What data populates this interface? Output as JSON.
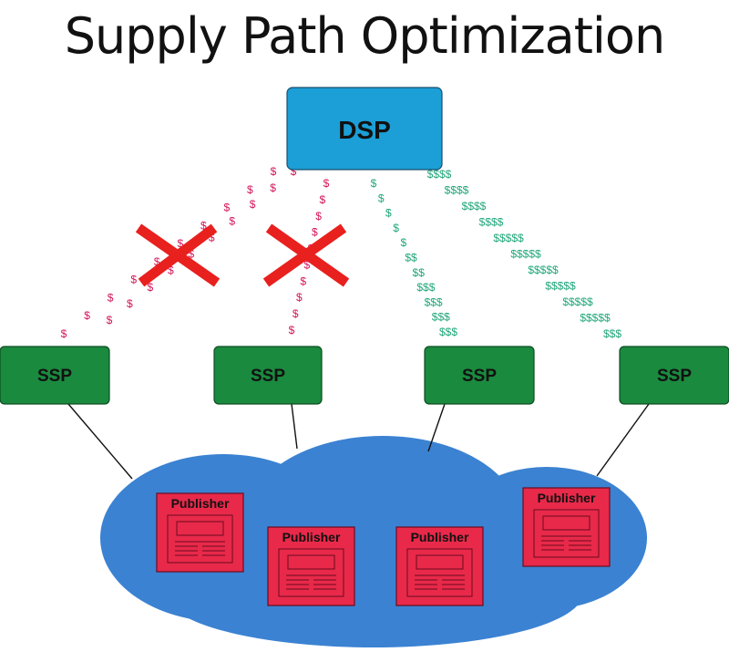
{
  "title": "Supply Path Optimization",
  "dsp": {
    "label": "DSP"
  },
  "ssps": [
    {
      "label": "SSP",
      "path_status": "blocked",
      "payment": "$"
    },
    {
      "label": "SSP",
      "path_status": "blocked",
      "payment": "$"
    },
    {
      "label": "SSP",
      "path_status": "active",
      "payment": "$$"
    },
    {
      "label": "SSP",
      "path_status": "active",
      "payment": "$$$$"
    }
  ],
  "publishers": [
    {
      "label": "Publisher"
    },
    {
      "label": "Publisher"
    },
    {
      "label": "Publisher"
    },
    {
      "label": "Publisher"
    }
  ],
  "colors": {
    "dsp": "#1b9fd6",
    "ssp": "#1a8a3e",
    "cloud": "#3b82d2",
    "publisher": "#e8294a",
    "blocked_mark": "#e8201e",
    "blocked_money": "#d4145a",
    "active_money": "#1fa67a"
  },
  "icons": {
    "blocked": "red-x-icon",
    "publisher_page": "webpage-icon"
  }
}
